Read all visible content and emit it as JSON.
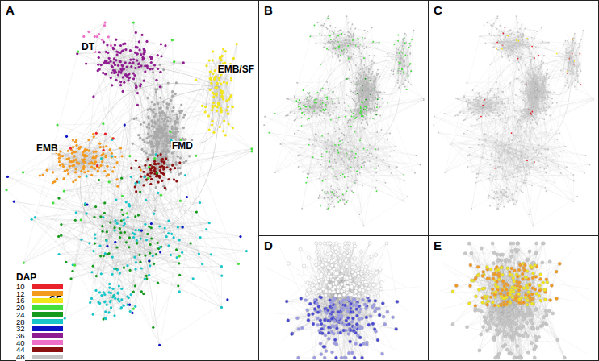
{
  "diagram": {
    "labels": [
      "A",
      "B",
      "C",
      "D",
      "E",
      "DT",
      "EMB/SF",
      "EMB",
      "FMD",
      "SF",
      "DAP"
    ],
    "legend": [
      {
        "text": "10",
        "color": "#e8212a"
      },
      {
        "text": "12",
        "color": "#f39a1e"
      },
      {
        "text": "16",
        "color": "#f2e51a"
      },
      {
        "text": "20",
        "color": "#45e03d"
      },
      {
        "text": "24",
        "color": "#169a1d"
      },
      {
        "text": "28",
        "color": "#18c6c9"
      },
      {
        "text": "32",
        "color": "#0d13c5"
      },
      {
        "text": "36",
        "color": "#8f1c90"
      },
      {
        "text": "40",
        "color": "#ee6fc8"
      },
      {
        "text": "44",
        "color": "#8d1010"
      },
      {
        "text": "48",
        "color": "#c4c4c4"
      }
    ]
  }
}
